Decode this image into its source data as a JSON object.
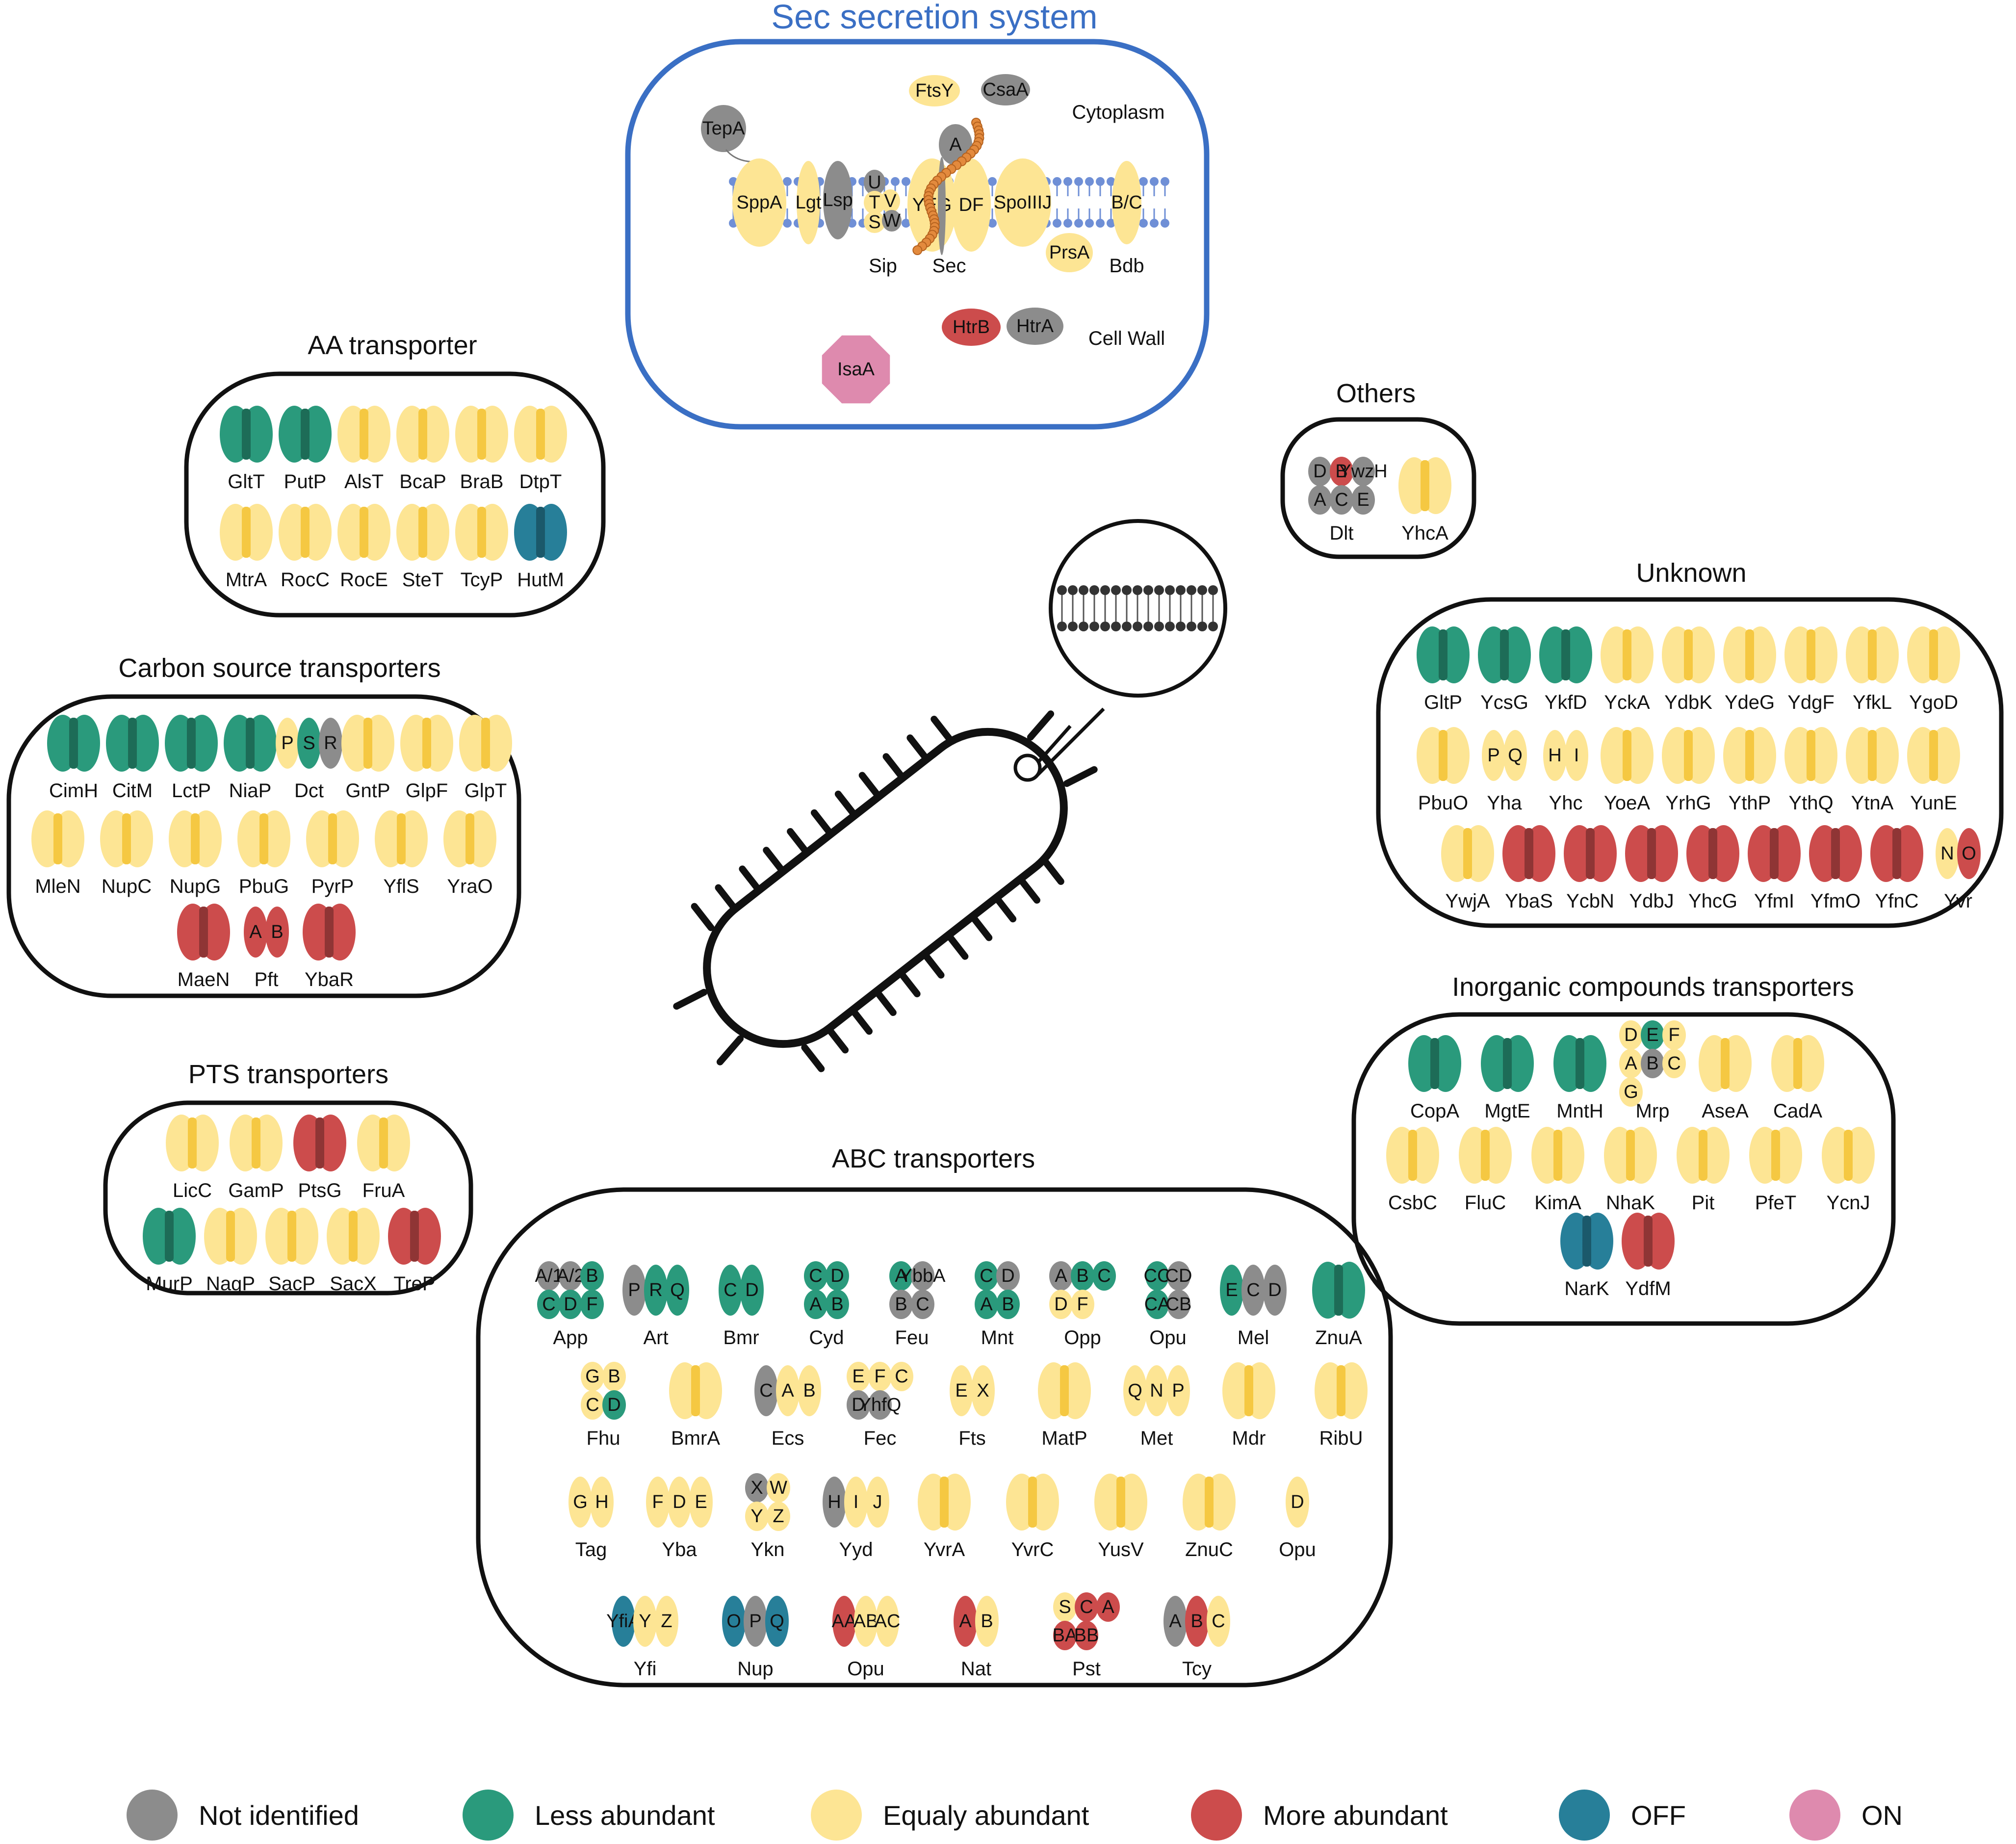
{
  "colors": {
    "not_identified": "#8c8c8c",
    "less": "#2a9a7c",
    "equal": "#fde594",
    "more": "#cc4c4c",
    "off": "#277f99",
    "on": "#de8aae",
    "sec_frame": "#3a6fc4",
    "membrane": "#6f8fd6"
  },
  "legend": [
    {
      "label": "Not identified",
      "status": "not_identified"
    },
    {
      "label": "Less abundant",
      "status": "less"
    },
    {
      "label": "Equaly abundant",
      "status": "equal"
    },
    {
      "label": "More abundant",
      "status": "more"
    },
    {
      "label": "OFF",
      "status": "off"
    },
    {
      "label": "ON",
      "status": "on"
    }
  ],
  "sec": {
    "title": "Sec secretion system",
    "regions": {
      "cytoplasm": "Cytoplasm",
      "cell_wall": "Cell Wall"
    },
    "labels": [
      "FtsY",
      "CsaA",
      "TepA",
      "SppA",
      "Lgt",
      "Lsp",
      "U",
      "T",
      "V",
      "S",
      "W",
      "A",
      "YEG",
      "DF",
      "SpoIIIJ",
      "B/C",
      "Sip",
      "Sec",
      "PrsA",
      "Bdb",
      "HtrB",
      "HtrA",
      "IsaA"
    ]
  },
  "panels": [
    {
      "id": "aa",
      "title": "AA transporter",
      "cells": [
        {
          "l": "GltT",
          "s": "less"
        },
        {
          "l": "PutP",
          "s": "less"
        },
        {
          "l": "AlsT",
          "s": "equal"
        },
        {
          "l": "BcaP",
          "s": "equal"
        },
        {
          "l": "BraB",
          "s": "equal"
        },
        {
          "l": "DtpT",
          "s": "equal"
        },
        {
          "l": "MtrA",
          "s": "equal"
        },
        {
          "l": "RocC",
          "s": "equal"
        },
        {
          "l": "RocE",
          "s": "equal"
        },
        {
          "l": "SteT",
          "s": "equal"
        },
        {
          "l": "TcyP",
          "s": "equal"
        },
        {
          "l": "HutM",
          "s": "off"
        }
      ]
    },
    {
      "id": "carbon",
      "title": "Carbon source transporters",
      "cells": [
        {
          "l": "CimH",
          "s": "less"
        },
        {
          "l": "CitM",
          "s": "less"
        },
        {
          "l": "LctP",
          "s": "less"
        },
        {
          "l": "NiaP",
          "s": "less"
        },
        {
          "l": "Dct",
          "sub": [
            {
              "t": "P",
              "s": "equal"
            },
            {
              "t": "S",
              "s": "less"
            },
            {
              "t": "R",
              "s": "not_identified"
            }
          ]
        },
        {
          "l": "GntP",
          "s": "equal"
        },
        {
          "l": "GlpF",
          "s": "equal"
        },
        {
          "l": "GlpT",
          "s": "equal"
        },
        {
          "l": "MleN",
          "s": "equal"
        },
        {
          "l": "NupC",
          "s": "equal"
        },
        {
          "l": "NupG",
          "s": "equal"
        },
        {
          "l": "PbuG",
          "s": "equal"
        },
        {
          "l": "PyrP",
          "s": "equal"
        },
        {
          "l": "YflS",
          "s": "equal"
        },
        {
          "l": "YraO",
          "s": "equal"
        },
        {
          "l": "MaeN",
          "s": "more"
        },
        {
          "l": "Pft",
          "sub": [
            {
              "t": "A",
              "s": "more"
            },
            {
              "t": "B",
              "s": "more"
            }
          ]
        },
        {
          "l": "YbaR",
          "s": "more"
        }
      ]
    },
    {
      "id": "pts",
      "title": "PTS transporters",
      "cells": [
        {
          "l": "LicC",
          "s": "equal"
        },
        {
          "l": "GamP",
          "s": "equal"
        },
        {
          "l": "PtsG",
          "s": "more"
        },
        {
          "l": "FruA",
          "s": "equal"
        },
        {
          "l": "MurP",
          "s": "less"
        },
        {
          "l": "NagP",
          "s": "equal"
        },
        {
          "l": "SacP",
          "s": "equal"
        },
        {
          "l": "SacX",
          "s": "equal"
        },
        {
          "l": "TreP",
          "s": "more"
        }
      ]
    },
    {
      "id": "others",
      "title": "Others",
      "cells": [
        {
          "l": "Dlt",
          "sub": [
            {
              "t": "D",
              "s": "not_identified"
            },
            {
              "t": "B",
              "s": "more"
            },
            {
              "t": "YwzH",
              "s": "not_identified"
            },
            {
              "t": "A",
              "s": "not_identified"
            },
            {
              "t": "C",
              "s": "not_identified"
            },
            {
              "t": "E",
              "s": "not_identified"
            }
          ]
        },
        {
          "l": "YhcA",
          "s": "equal"
        }
      ]
    },
    {
      "id": "unknown",
      "title": "Unknown",
      "cells": [
        {
          "l": "GltP",
          "s": "less"
        },
        {
          "l": "YcsG",
          "s": "less"
        },
        {
          "l": "YkfD",
          "s": "less"
        },
        {
          "l": "YckA",
          "s": "equal"
        },
        {
          "l": "YdbK",
          "s": "equal"
        },
        {
          "l": "YdeG",
          "s": "equal"
        },
        {
          "l": "YdgF",
          "s": "equal"
        },
        {
          "l": "YfkL",
          "s": "equal"
        },
        {
          "l": "YgoD",
          "s": "equal"
        },
        {
          "l": "PbuO",
          "s": "equal"
        },
        {
          "l": "Yha",
          "sub": [
            {
              "t": "P",
              "s": "equal"
            },
            {
              "t": "Q",
              "s": "equal"
            }
          ]
        },
        {
          "l": "Yhc",
          "sub": [
            {
              "t": "H",
              "s": "equal"
            },
            {
              "t": "I",
              "s": "equal"
            }
          ]
        },
        {
          "l": "YoeA",
          "s": "equal"
        },
        {
          "l": "YrhG",
          "s": "equal"
        },
        {
          "l": "YthP",
          "s": "equal"
        },
        {
          "l": "YthQ",
          "s": "equal"
        },
        {
          "l": "YtnA",
          "s": "equal"
        },
        {
          "l": "YunE",
          "s": "equal"
        },
        {
          "l": "YwjA",
          "s": "equal"
        },
        {
          "l": "YbaS",
          "s": "more"
        },
        {
          "l": "YcbN",
          "s": "more"
        },
        {
          "l": "YdbJ",
          "s": "more"
        },
        {
          "l": "YhcG",
          "s": "more"
        },
        {
          "l": "YfmI",
          "s": "more"
        },
        {
          "l": "YfmO",
          "s": "more"
        },
        {
          "l": "YfnC",
          "s": "more"
        },
        {
          "l": "Yvr",
          "sub": [
            {
              "t": "N",
              "s": "equal"
            },
            {
              "t": "O",
              "s": "more"
            }
          ]
        }
      ]
    },
    {
      "id": "inorganic",
      "title": "Inorganic compounds transporters",
      "cells": [
        {
          "l": "CopA",
          "s": "less"
        },
        {
          "l": "MgtE",
          "s": "less"
        },
        {
          "l": "MntH",
          "s": "less"
        },
        {
          "l": "Mrp",
          "sub": [
            {
              "t": "D",
              "s": "equal"
            },
            {
              "t": "E",
              "s": "less"
            },
            {
              "t": "F",
              "s": "equal"
            },
            {
              "t": "A",
              "s": "equal"
            },
            {
              "t": "B",
              "s": "not_identified"
            },
            {
              "t": "C",
              "s": "equal"
            },
            {
              "t": "G",
              "s": "equal"
            }
          ]
        },
        {
          "l": "AseA",
          "s": "equal"
        },
        {
          "l": "CadA",
          "s": "equal"
        },
        {
          "l": "CsbC",
          "s": "equal"
        },
        {
          "l": "FluC",
          "s": "equal"
        },
        {
          "l": "KimA",
          "s": "equal"
        },
        {
          "l": "NhaK",
          "s": "equal"
        },
        {
          "l": "Pit",
          "s": "equal"
        },
        {
          "l": "PfeT",
          "s": "equal"
        },
        {
          "l": "YcnJ",
          "s": "equal"
        },
        {
          "l": "NarK",
          "s": "off"
        },
        {
          "l": "YdfM",
          "s": "more"
        }
      ]
    },
    {
      "id": "abc",
      "title": "ABC transporters",
      "cells": [
        {
          "l": "App",
          "sub": [
            {
              "t": "A/1",
              "s": "not_identified"
            },
            {
              "t": "A/2",
              "s": "not_identified"
            },
            {
              "t": "B",
              "s": "less"
            },
            {
              "t": "C",
              "s": "less"
            },
            {
              "t": "D",
              "s": "less"
            },
            {
              "t": "F",
              "s": "less"
            }
          ]
        },
        {
          "l": "Art",
          "sub": [
            {
              "t": "P",
              "s": "not_identified"
            },
            {
              "t": "R",
              "s": "less"
            },
            {
              "t": "Q",
              "s": "less"
            }
          ]
        },
        {
          "l": "Bmr",
          "sub": [
            {
              "t": "C",
              "s": "less"
            },
            {
              "t": "D",
              "s": "less"
            }
          ]
        },
        {
          "l": "Cyd",
          "sub": [
            {
              "t": "C",
              "s": "less"
            },
            {
              "t": "D",
              "s": "less"
            },
            {
              "t": "A",
              "s": "less"
            },
            {
              "t": "B",
              "s": "less"
            }
          ]
        },
        {
          "l": "Feu",
          "sub": [
            {
              "t": "A",
              "s": "less"
            },
            {
              "t": "YbbA",
              "s": "not_identified"
            },
            {
              "t": "B",
              "s": "not_identified"
            },
            {
              "t": "C",
              "s": "not_identified"
            }
          ]
        },
        {
          "l": "Mnt",
          "sub": [
            {
              "t": "C",
              "s": "less"
            },
            {
              "t": "D",
              "s": "not_identified"
            },
            {
              "t": "A",
              "s": "less"
            },
            {
              "t": "B",
              "s": "less"
            }
          ]
        },
        {
          "l": "Opp",
          "sub": [
            {
              "t": "A",
              "s": "not_identified"
            },
            {
              "t": "B",
              "s": "less"
            },
            {
              "t": "C",
              "s": "less"
            },
            {
              "t": "D",
              "s": "equal"
            },
            {
              "t": "F",
              "s": "equal"
            }
          ]
        },
        {
          "l": "Opu",
          "sub": [
            {
              "t": "CC",
              "s": "less"
            },
            {
              "t": "CD",
              "s": "not_identified"
            },
            {
              "t": "CA",
              "s": "less"
            },
            {
              "t": "CB",
              "s": "not_identified"
            }
          ]
        },
        {
          "l": "Mel",
          "sub": [
            {
              "t": "E",
              "s": "less"
            },
            {
              "t": "C",
              "s": "not_identified"
            },
            {
              "t": "D",
              "s": "not_identified"
            }
          ]
        },
        {
          "l": "ZnuA",
          "s": "less"
        },
        {
          "l": "Fhu",
          "sub": [
            {
              "t": "G",
              "s": "equal"
            },
            {
              "t": "B",
              "s": "equal"
            },
            {
              "t": "C",
              "s": "equal"
            },
            {
              "t": "D",
              "s": "less"
            }
          ]
        },
        {
          "l": "BmrA",
          "s": "equal"
        },
        {
          "l": "Ecs",
          "sub": [
            {
              "t": "C",
              "s": "not_identified"
            },
            {
              "t": "A",
              "s": "equal"
            },
            {
              "t": "B",
              "s": "equal"
            }
          ]
        },
        {
          "l": "Fec",
          "sub": [
            {
              "t": "E",
              "s": "equal"
            },
            {
              "t": "F",
              "s": "equal"
            },
            {
              "t": "C",
              "s": "equal"
            },
            {
              "t": "D",
              "s": "not_identified"
            },
            {
              "t": "YhfQ",
              "s": "not_identified"
            }
          ]
        },
        {
          "l": "Fts",
          "sub": [
            {
              "t": "E",
              "s": "equal"
            },
            {
              "t": "X",
              "s": "equal"
            }
          ]
        },
        {
          "l": "MatP",
          "s": "equal"
        },
        {
          "l": "Met",
          "sub": [
            {
              "t": "Q",
              "s": "equal"
            },
            {
              "t": "N",
              "s": "equal"
            },
            {
              "t": "P",
              "s": "equal"
            }
          ]
        },
        {
          "l": "Mdr",
          "s": "equal"
        },
        {
          "l": "RibU",
          "s": "equal"
        },
        {
          "l": "Tag",
          "sub": [
            {
              "t": "G",
              "s": "equal"
            },
            {
              "t": "H",
              "s": "equal"
            }
          ]
        },
        {
          "l": "Yba",
          "sub": [
            {
              "t": "F",
              "s": "equal"
            },
            {
              "t": "D",
              "s": "equal"
            },
            {
              "t": "E",
              "s": "equal"
            }
          ]
        },
        {
          "l": "Ykn",
          "sub": [
            {
              "t": "X",
              "s": "not_identified"
            },
            {
              "t": "W",
              "s": "equal"
            },
            {
              "t": "Y",
              "s": "equal"
            },
            {
              "t": "Z",
              "s": "equal"
            }
          ]
        },
        {
          "l": "Yyd",
          "sub": [
            {
              "t": "H",
              "s": "not_identified"
            },
            {
              "t": "I",
              "s": "equal"
            },
            {
              "t": "J",
              "s": "equal"
            }
          ]
        },
        {
          "l": "YvrA",
          "s": "equal"
        },
        {
          "l": "YvrC",
          "s": "equal"
        },
        {
          "l": "YusV",
          "s": "equal"
        },
        {
          "l": "ZnuC",
          "s": "equal"
        },
        {
          "l": "Opu",
          "sub": [
            {
              "t": "D",
              "s": "equal"
            }
          ]
        },
        {
          "l": "Yfi",
          "sub": [
            {
              "t": "YfiA",
              "s": "off"
            },
            {
              "t": "Y",
              "s": "equal"
            },
            {
              "t": "Z",
              "s": "equal"
            }
          ]
        },
        {
          "l": "Nup",
          "sub": [
            {
              "t": "O",
              "s": "off"
            },
            {
              "t": "P",
              "s": "not_identified"
            },
            {
              "t": "Q",
              "s": "off"
            }
          ]
        },
        {
          "l": "Opu",
          "sub": [
            {
              "t": "AA",
              "s": "more"
            },
            {
              "t": "AB",
              "s": "equal"
            },
            {
              "t": "AC",
              "s": "equal"
            }
          ]
        },
        {
          "l": "Nat",
          "sub": [
            {
              "t": "A",
              "s": "more"
            },
            {
              "t": "B",
              "s": "equal"
            }
          ]
        },
        {
          "l": "Pst",
          "sub": [
            {
              "t": "S",
              "s": "equal"
            },
            {
              "t": "C",
              "s": "more"
            },
            {
              "t": "A",
              "s": "more"
            },
            {
              "t": "BA",
              "s": "more"
            },
            {
              "t": "BB",
              "s": "more"
            }
          ]
        },
        {
          "l": "Tcy",
          "sub": [
            {
              "t": "A",
              "s": "not_identified"
            },
            {
              "t": "B",
              "s": "more"
            },
            {
              "t": "C",
              "s": "equal"
            }
          ]
        }
      ]
    }
  ]
}
